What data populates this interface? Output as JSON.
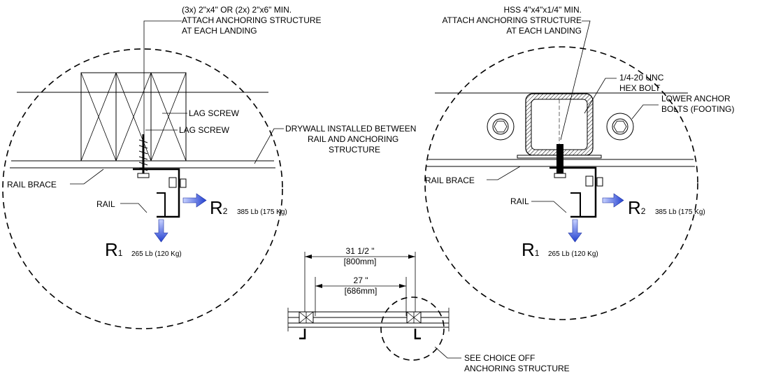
{
  "left_detail": {
    "wood_note": [
      "(3x) 2\"x4\" OR (2x) 2\"x6\" MIN.",
      "ATTACH ANCHORING STRUCTURE",
      "AT EACH LANDING"
    ],
    "lag_screw_1": "LAG SCREW",
    "lag_screw_2": "LAG SCREW",
    "drywall_note": [
      "DRYWALL INSTALLED BETWEEN",
      "RAIL AND ANCHORING",
      "STRUCTURE"
    ],
    "rail_brace": "RAIL BRACE",
    "rail": "RAIL",
    "r1_symbol": "R",
    "r1_sub": "1",
    "r1_load": "265 Lb (120  Kg)",
    "r2_symbol": "R",
    "r2_sub": "2",
    "r2_load": "385 Lb (175 Kg)"
  },
  "right_detail": {
    "hss_note": [
      "HSS 4\"x4\"x1/4\" MIN.",
      "ATTACH ANCHORING STRUCTURE",
      "AT EACH LANDING"
    ],
    "bolt_note": [
      "1/4-20 UNC",
      "HEX BOLT"
    ],
    "anchor_note": [
      "LOWER ANCHOR",
      "BOLTS (FOOTING)"
    ],
    "rail_brace": "RAIL BRACE",
    "rail": "RAIL",
    "r1_symbol": "R",
    "r1_sub": "1",
    "r1_load": "265 Lb (120  Kg)",
    "r2_symbol": "R",
    "r2_sub": "2",
    "r2_load": "385 Lb (175 Kg)"
  },
  "center_detail": {
    "dim_outer": "31 1/2 \"",
    "dim_outer_metric": "[800mm]",
    "dim_inner": "27 \"",
    "dim_inner_metric": "[686mm]",
    "see_note": [
      "SEE CHOICE OFF",
      "ANCHORING STRUCTURE"
    ]
  },
  "colors": {
    "line": "#000000",
    "arrow": "#2e4fd6",
    "background": "#ffffff"
  }
}
